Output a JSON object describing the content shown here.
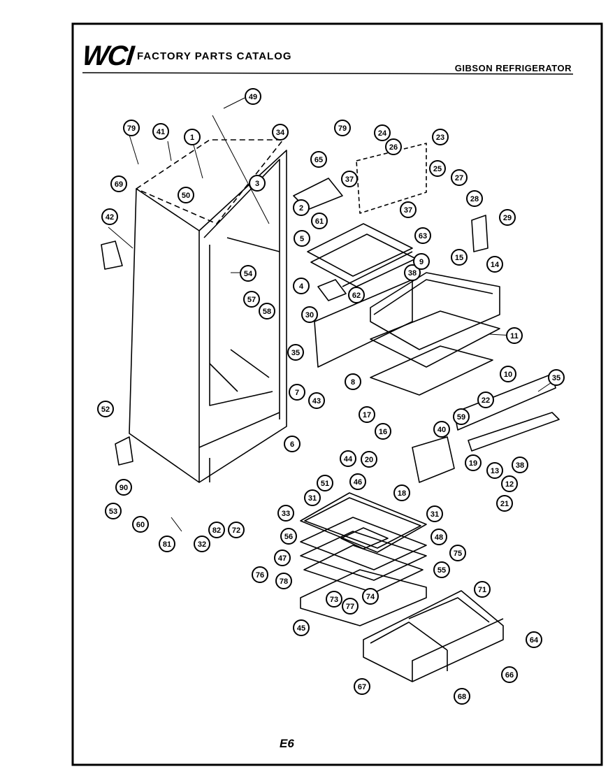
{
  "header": {
    "brand_logo_text": "WCI",
    "catalog_title": "FACTORY PARTS CATALOG",
    "model_title": "GIBSON REFRIGERATOR"
  },
  "footer": {
    "page_code": "E6"
  },
  "callouts": [
    "49",
    "79",
    "41",
    "1",
    "34",
    "79",
    "24",
    "26",
    "23",
    "69",
    "50",
    "3",
    "65",
    "37",
    "25",
    "27",
    "42",
    "2",
    "37",
    "28",
    "61",
    "63",
    "29",
    "5",
    "15",
    "14",
    "54",
    "38",
    "9",
    "4",
    "30",
    "62",
    "57",
    "58",
    "11",
    "35",
    "10",
    "7",
    "8",
    "43",
    "22",
    "52",
    "17",
    "59",
    "35",
    "40",
    "16",
    "6",
    "44",
    "20",
    "19",
    "13",
    "90",
    "38",
    "12",
    "18",
    "51",
    "46",
    "21",
    "53",
    "31",
    "33",
    "31",
    "60",
    "82",
    "72",
    "56",
    "48",
    "81",
    "32",
    "47",
    "75",
    "76",
    "55",
    "78",
    "73",
    "77",
    "74",
    "71",
    "45",
    "64",
    "66",
    "67",
    "68"
  ]
}
